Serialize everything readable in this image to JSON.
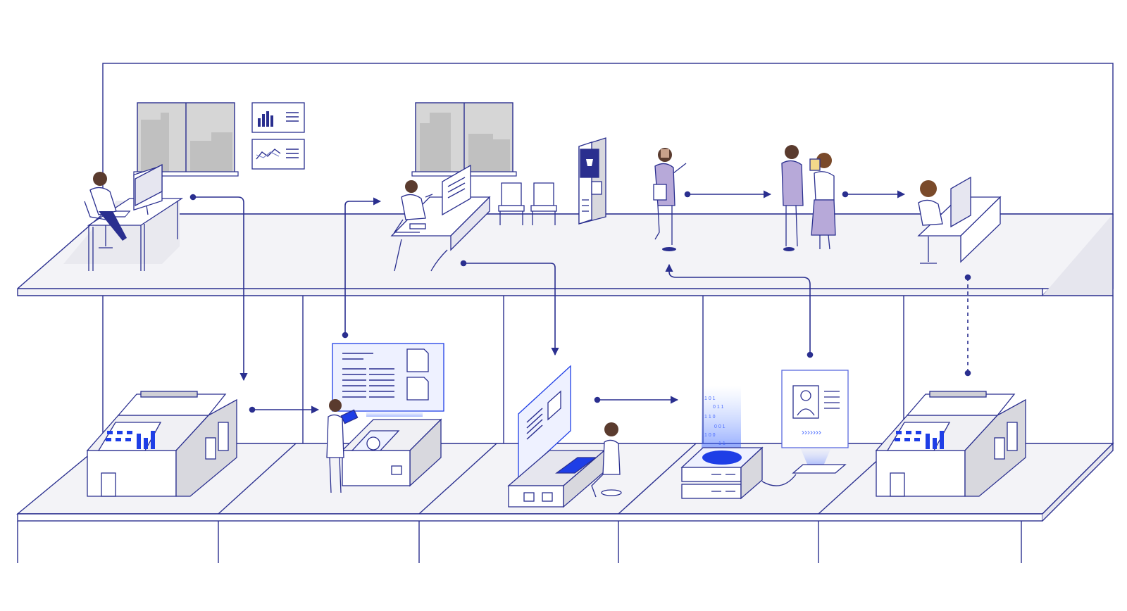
{
  "illustration": {
    "upper_floor": {
      "stations": [
        {
          "name": "desk-worker",
          "icon": "person-at-computer-icon"
        },
        {
          "name": "reception-desk",
          "icon": "person-at-desk-icon"
        },
        {
          "name": "waiting-area",
          "icon": "chairs-icon"
        },
        {
          "name": "coffee-machine",
          "icon": "coffee-machine-icon"
        },
        {
          "name": "visitor",
          "icon": "person-walking-icon"
        },
        {
          "name": "meeting",
          "icon": "handshake-icon"
        },
        {
          "name": "final-desk",
          "icon": "person-at-computer-icon"
        }
      ],
      "wall_charts": [
        "bar-chart-icon",
        "line-chart-icon"
      ]
    },
    "lower_floor": {
      "stations": [
        {
          "name": "printer-left",
          "icon": "printer-icon"
        },
        {
          "name": "document-scanner",
          "icon": "scanner-icon"
        },
        {
          "name": "operator-console",
          "icon": "console-icon"
        },
        {
          "name": "data-server",
          "icon": "server-icon"
        },
        {
          "name": "id-display",
          "icon": "profile-card-icon"
        },
        {
          "name": "printer-right",
          "icon": "printer-icon"
        }
      ]
    },
    "palette": {
      "line": "#2a2f8f",
      "accent": "#1e3ee6",
      "skin": "#5a3b2e",
      "floor": "#f3f3f7",
      "glass": "#d6d6d6",
      "lavender": "#b7a9d9"
    }
  }
}
